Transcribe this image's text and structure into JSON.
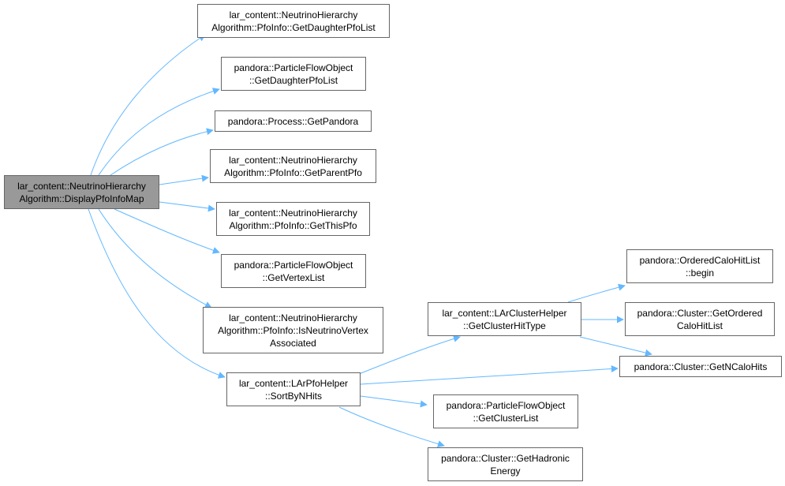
{
  "colors": {
    "edge": "#63b8ff",
    "border": "#666666",
    "root_fill": "#999999",
    "fill": "#ffffff"
  },
  "nodes": [
    {
      "id": "root",
      "lines": [
        "lar_content::NeutrinoHierarchy",
        "Algorithm::DisplayPfoInfoMap"
      ]
    },
    {
      "id": "getdaughterpfolist-info",
      "lines": [
        "lar_content::NeutrinoHierarchy",
        "Algorithm::PfoInfo::GetDaughterPfoList"
      ]
    },
    {
      "id": "getdaughterpfolist-pfo",
      "lines": [
        "pandora::ParticleFlowObject",
        "::GetDaughterPfoList"
      ]
    },
    {
      "id": "getpandora",
      "lines": [
        "pandora::Process::GetPandora"
      ]
    },
    {
      "id": "getparentpfo",
      "lines": [
        "lar_content::NeutrinoHierarchy",
        "Algorithm::PfoInfo::GetParentPfo"
      ]
    },
    {
      "id": "getthispfo",
      "lines": [
        "lar_content::NeutrinoHierarchy",
        "Algorithm::PfoInfo::GetThisPfo"
      ]
    },
    {
      "id": "getvertexlist",
      "lines": [
        "pandora::ParticleFlowObject",
        "::GetVertexList"
      ]
    },
    {
      "id": "isneutrinovertexassociated",
      "lines": [
        "lar_content::NeutrinoHierarchy",
        "Algorithm::PfoInfo::IsNeutrinoVertex",
        "Associated"
      ]
    },
    {
      "id": "sortbynhits",
      "lines": [
        "lar_content::LArPfoHelper",
        "::SortByNHits"
      ]
    },
    {
      "id": "getclusterhittype",
      "lines": [
        "lar_content::LArClusterHelper",
        "::GetClusterHitType"
      ]
    },
    {
      "id": "getclusterlist",
      "lines": [
        "pandora::ParticleFlowObject",
        "::GetClusterList"
      ]
    },
    {
      "id": "gethadronicenergy",
      "lines": [
        "pandora::Cluster::GetHadronic",
        "Energy"
      ]
    },
    {
      "id": "begin",
      "lines": [
        "pandora::OrderedCaloHitList",
        "::begin"
      ]
    },
    {
      "id": "getorderedcalohitlist",
      "lines": [
        "pandora::Cluster::GetOrdered",
        "CaloHitList"
      ]
    },
    {
      "id": "getncalohits",
      "lines": [
        "pandora::Cluster::GetNCaloHits"
      ]
    }
  ]
}
